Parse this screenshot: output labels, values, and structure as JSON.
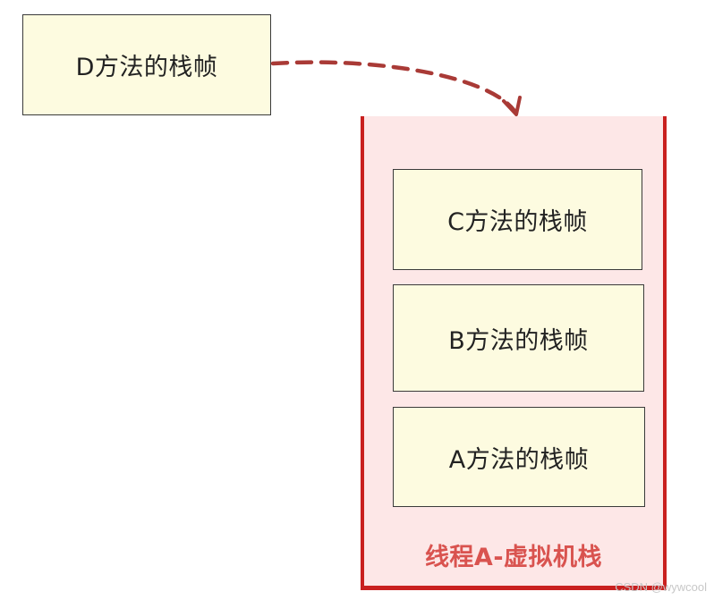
{
  "frames": {
    "d": "D方法的栈帧",
    "c": "C方法的栈帧",
    "b": "B方法的栈帧",
    "a": "A方法的栈帧"
  },
  "stack_label": "线程A-虚拟机栈",
  "watermark": "CSDN @wywcool",
  "colors": {
    "frame_fill": "#fdfbe0",
    "stack_fill": "#fde7e7",
    "stack_border": "#c9201f",
    "label_color": "#d9534f",
    "arrow_color": "#a93a36"
  },
  "icons": {
    "arrow": "dashed-curved-arrow"
  }
}
